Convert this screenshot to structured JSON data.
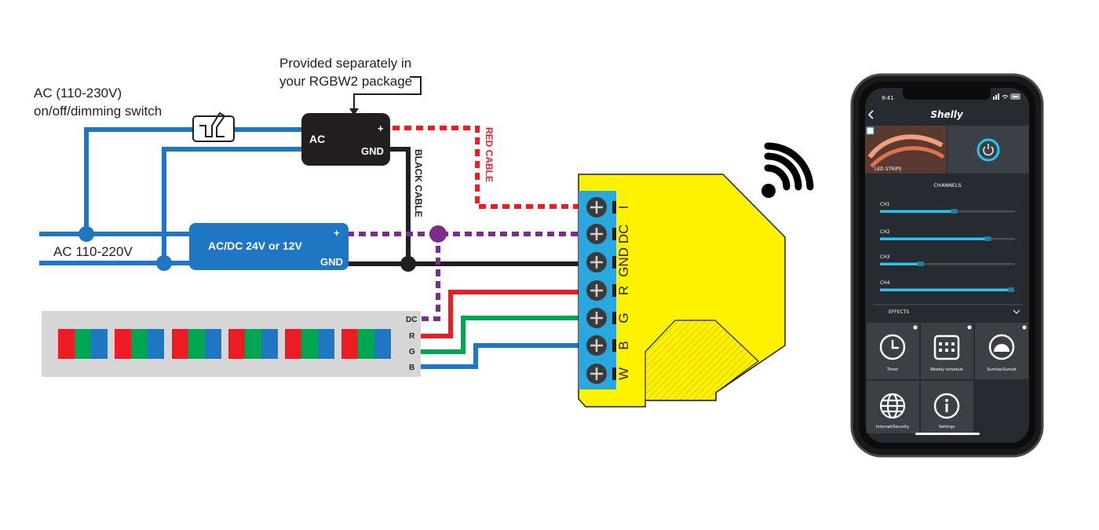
{
  "labels": {
    "ac_switch": [
      "AC (110-230V)",
      "on/off/dimming switch"
    ],
    "provided_note": [
      "Provided separately in",
      "your RGBW2 package"
    ],
    "mains": "AC 110-220V",
    "red_cable": "RED CABLE",
    "black_cable": "BLACK CABLE"
  },
  "adapter": {
    "ac": "AC",
    "plus": "+",
    "gnd": "GND"
  },
  "psu": {
    "label": "AC/DC 24V or 12V",
    "plus": "+",
    "gnd": "GND"
  },
  "strip": {
    "pins": [
      "DC",
      "R",
      "G",
      "B"
    ]
  },
  "device": {
    "terminals": [
      "I",
      "DC",
      "GND",
      "R",
      "G",
      "B",
      "W"
    ]
  },
  "colors": {
    "blue_wire": "#1f77c4",
    "red_wire": "#ed1c24",
    "green_wire": "#00a651",
    "purple_wire": "#7b2d8e",
    "black_wire": "#231f20",
    "device_yellow": "#fff200",
    "terminal_blue": "#29a8e0",
    "accent_cyan": "#29c3ec"
  },
  "phone": {
    "time": "9:41",
    "brand": "Shelly",
    "device_tile": "LED STRIPS",
    "channels_header": "CHANNELS",
    "channels": [
      {
        "name": "CH1",
        "level": 0.55
      },
      {
        "name": "CH2",
        "level": 0.8
      },
      {
        "name": "CH3",
        "level": 0.3
      },
      {
        "name": "CH4",
        "level": 0.97
      }
    ],
    "effects_label": "EFFECTS",
    "tiles": [
      "Timer",
      "Weekly schedule",
      "Sunrise/Sunset",
      "Internet/Security",
      "Settings"
    ]
  }
}
